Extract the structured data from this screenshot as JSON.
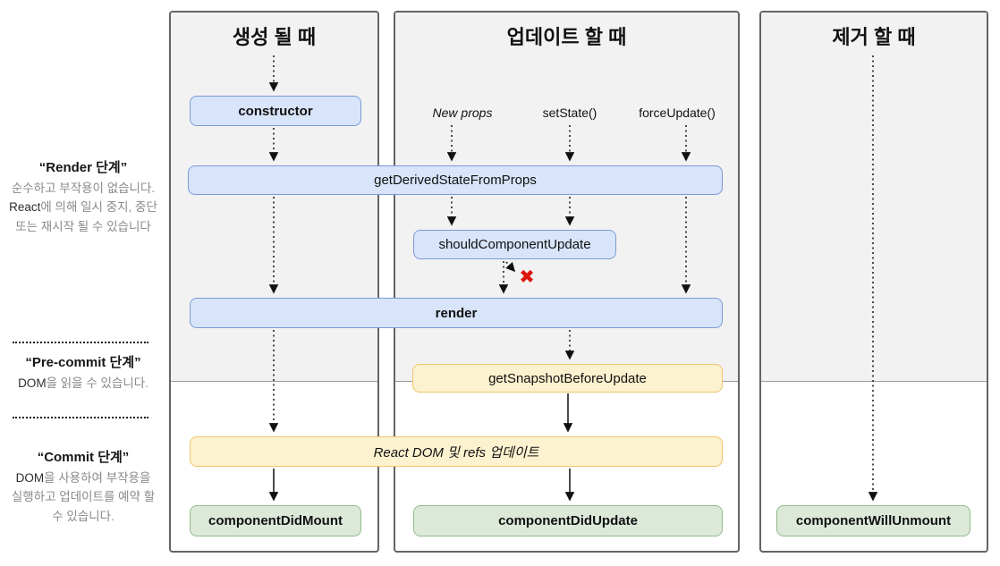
{
  "sidebar": {
    "render_phase": {
      "title": "“Render 단계”",
      "body_pre": "순수하고 부작용이 없습니다. ",
      "body_latin": "React",
      "body_post": "에 의해 일시 중지, 중단 또는 재시작 될 수 있습니다"
    },
    "precommit_phase": {
      "title": "“Pre-commit 단계”",
      "body_latin": "DOM",
      "body_post": "을 읽을 수 있습니다."
    },
    "commit_phase": {
      "title": "“Commit 단계”",
      "body_latin": "DOM",
      "body_post": "을 사용하여 부작용을 실행하고 업데이트를 예약 할 수 있습니다."
    }
  },
  "columns": {
    "mount": {
      "title": "생성 될 때"
    },
    "update": {
      "title": "업데이트 할 때",
      "triggers": {
        "new_props": "New props",
        "set_state": "setState()",
        "force_update": "forceUpdate()"
      }
    },
    "unmount": {
      "title": "제거 할 때"
    }
  },
  "boxes": {
    "constructor": "constructor",
    "get_derived_state_from_props": "getDerivedStateFromProps",
    "should_component_update": "shouldComponentUpdate",
    "render": "render",
    "get_snapshot_before_update": "getSnapshotBeforeUpdate",
    "react_dom_update": "React DOM 및 refs 업데이트",
    "component_did_mount": "componentDidMount",
    "component_did_update": "componentDidUpdate",
    "component_will_unmount": "componentWillUnmount"
  },
  "icons": {
    "reject_x": "✖"
  },
  "colors": {
    "panel_bg": "#f2f2f2",
    "blue_fill": "#d7e4fa",
    "blue_border": "#7a9bd4",
    "yellow_fill": "#fdf2cf",
    "yellow_border": "#eec66c",
    "green_fill": "#dce9d9",
    "green_border": "#93bb8c",
    "reject_x": "#dd170c",
    "muted_text": "#8a8a8a"
  }
}
